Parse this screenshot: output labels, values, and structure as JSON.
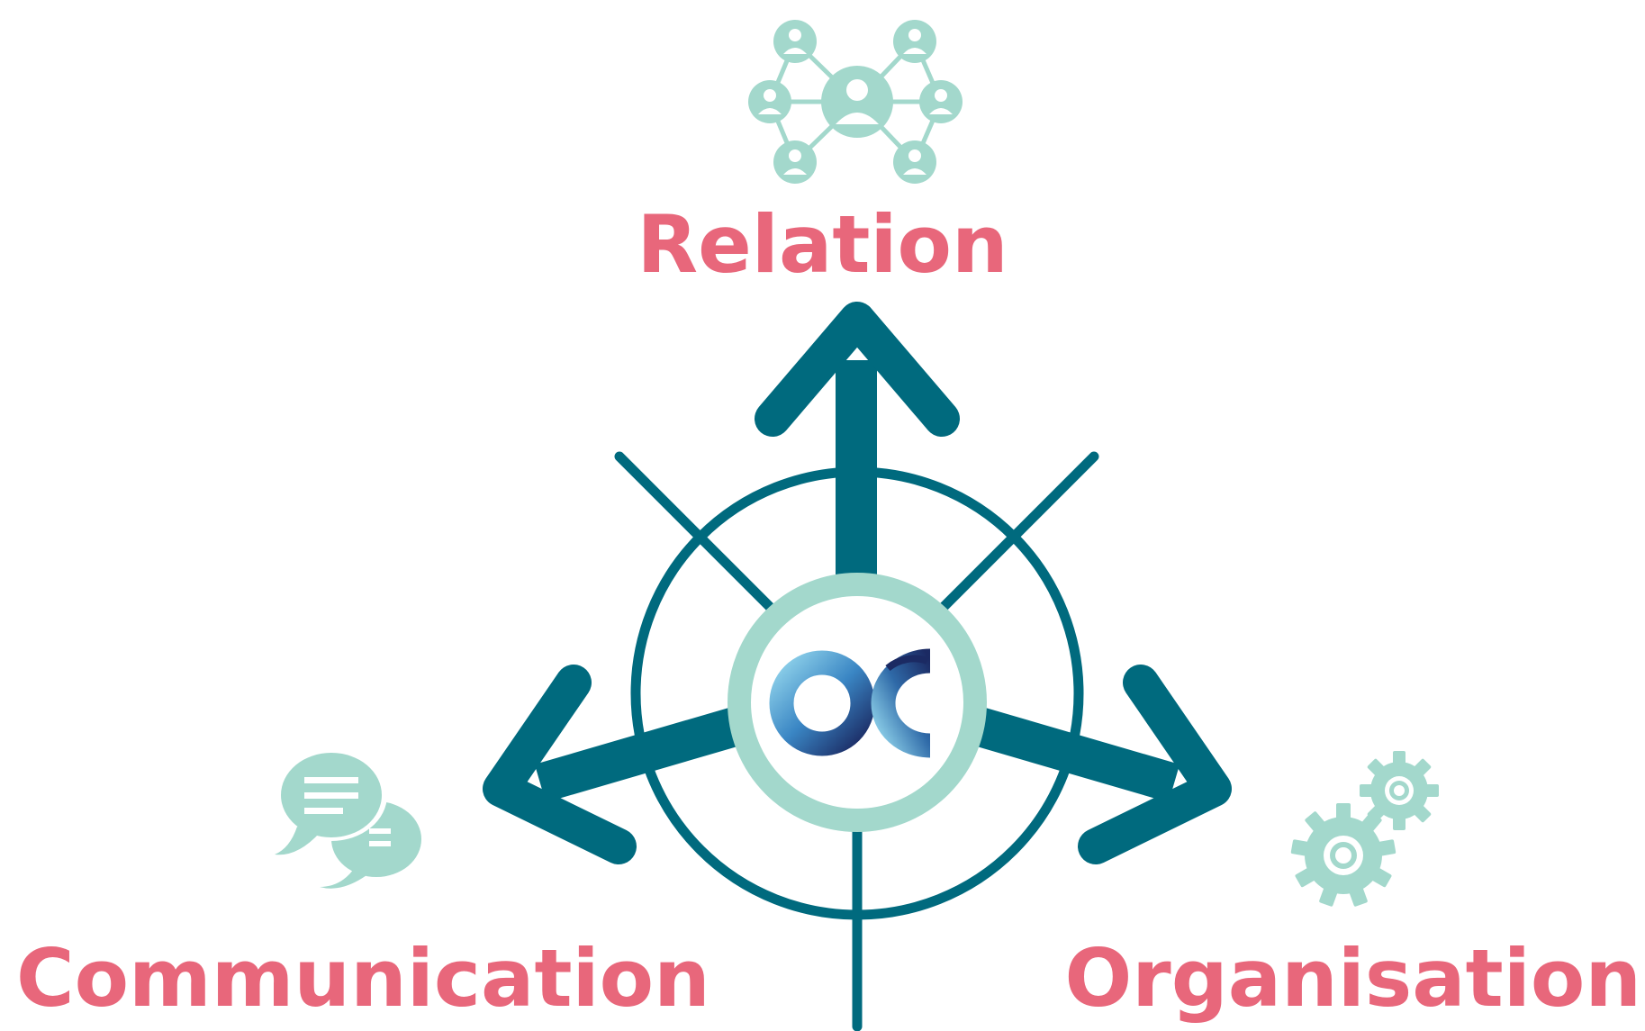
{
  "labels": {
    "top": "Relation",
    "left": "Communication",
    "right": "Organisation"
  },
  "colors": {
    "label": "#e8677b",
    "primary": "#006a7e",
    "accent": "#a3d8cc",
    "logo_light": "#5bb0db",
    "logo_dark": "#1b2a63"
  },
  "icons": {
    "top": "people-network-icon",
    "left": "chat-bubbles-icon",
    "right": "gears-icon",
    "center": "oc-logo"
  }
}
